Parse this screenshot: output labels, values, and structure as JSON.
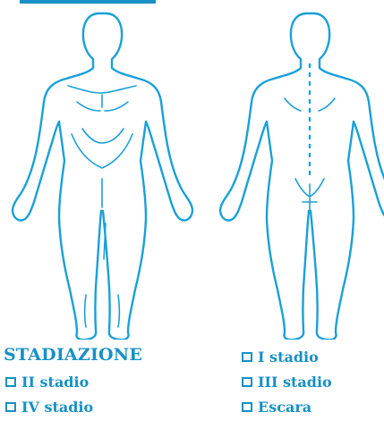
{
  "staging": {
    "heading": "STADIAZIONE",
    "options": [
      {
        "label": "I stadio",
        "checked": false
      },
      {
        "label": "II stadio",
        "checked": false
      },
      {
        "label": "III stadio",
        "checked": false
      },
      {
        "label": "IV stadio",
        "checked": false
      },
      {
        "label": "Escara",
        "checked": false
      }
    ]
  },
  "figures": {
    "front": "front-body-icon",
    "back": "back-body-icon"
  },
  "colors": {
    "accent": "#1790c5"
  }
}
